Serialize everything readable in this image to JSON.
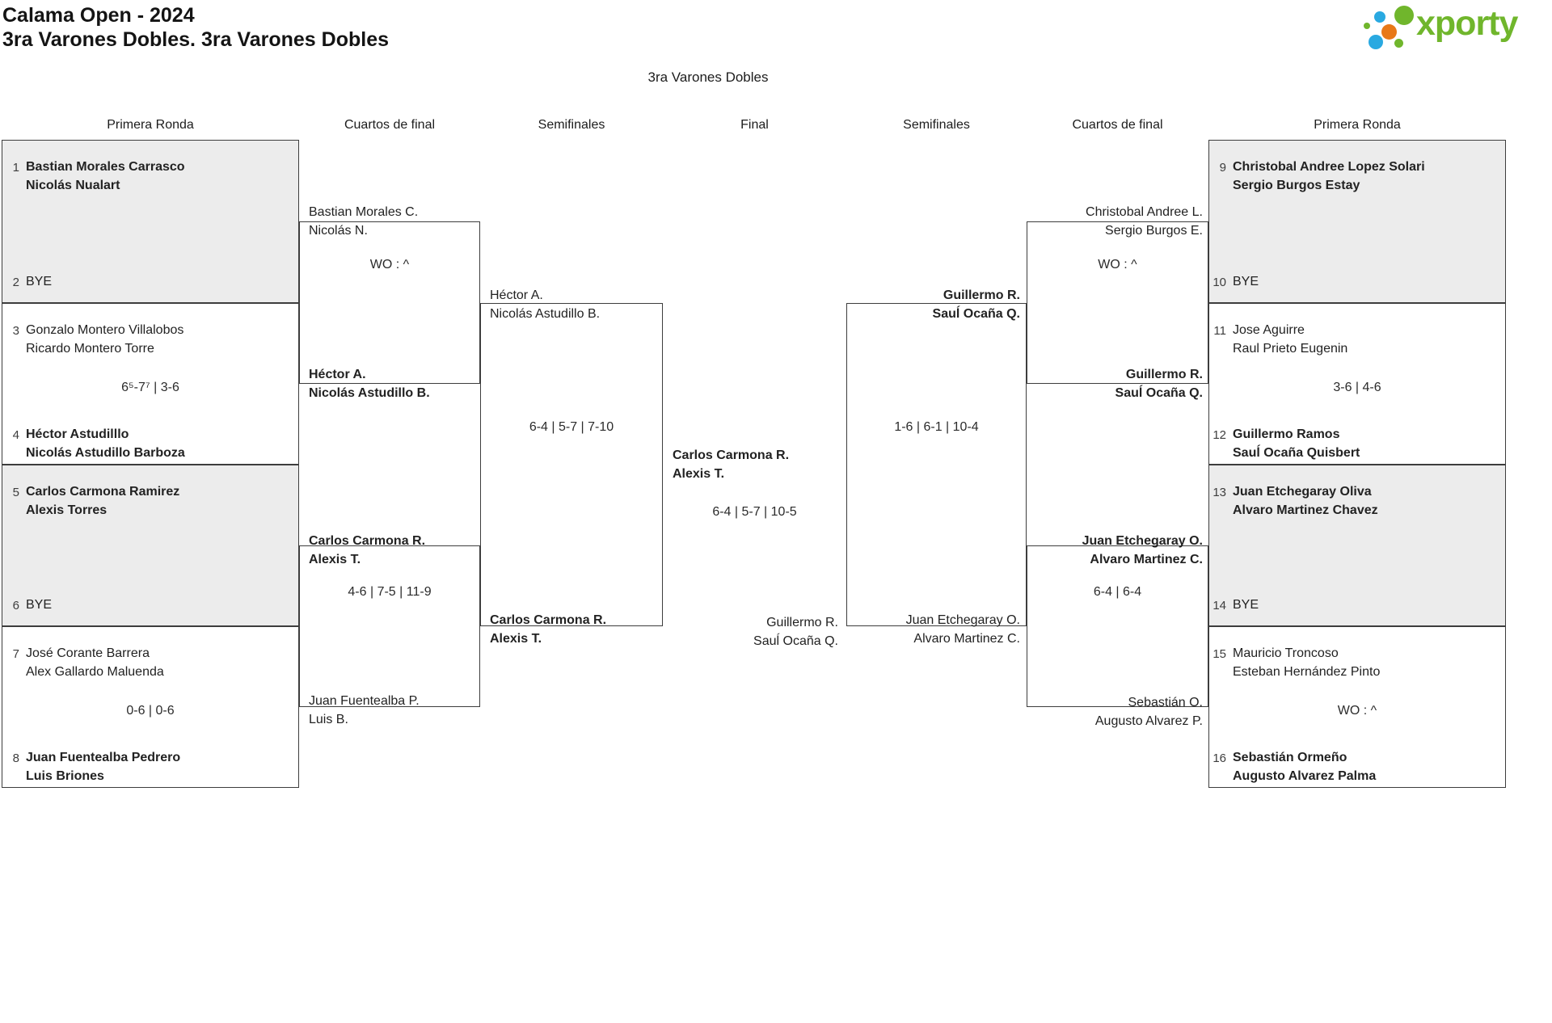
{
  "page": {
    "title": "Calama Open - 2024",
    "subtitle": "3ra Varones Dobles. 3ra Varones Dobles",
    "bracket_title": "3ra Varones Dobles"
  },
  "logo": {
    "text": "xporty"
  },
  "colors": {
    "logo_green": "#70b62c",
    "logo_blue": "#29a9e1",
    "logo_orange": "#e87817",
    "block_gray": "#ececec",
    "border": "#3d3d3d"
  },
  "round_headers": [
    "Primera Ronda",
    "Cuartos de final",
    "Semifinales",
    "Final",
    "Semifinales",
    "Cuartos de final",
    "Primera Ronda"
  ],
  "first_round_left": [
    {
      "seed": "1",
      "name1": "Bastian Morales Carrasco",
      "name2": "Nicolás Nualart",
      "winner": true
    },
    {
      "seed": "2",
      "name1": "BYE"
    },
    {
      "seed": "3",
      "name1": "Gonzalo Montero Villalobos",
      "name2": "Ricardo Montero Torre",
      "winner": false
    },
    {
      "seed": "4",
      "name1": "Héctor Astudilllo",
      "name2": "Nicolás Astudillo Barboza",
      "winner": true
    },
    {
      "seed": "5",
      "name1": "Carlos Carmona Ramirez",
      "name2": "Alexis Torres",
      "winner": true
    },
    {
      "seed": "6",
      "name1": "BYE"
    },
    {
      "seed": "7",
      "name1": "José Corante Barrera",
      "name2": "Alex Gallardo Maluenda",
      "winner": false
    },
    {
      "seed": "8",
      "name1": "Juan Fuentealba Pedrero",
      "name2": "Luis Briones",
      "winner": true
    }
  ],
  "first_round_right": [
    {
      "seed": "9",
      "name1": "Christobal Andree Lopez Solari",
      "name2": "Sergio Burgos Estay",
      "winner": true
    },
    {
      "seed": "10",
      "name1": "BYE"
    },
    {
      "seed": "11",
      "name1": "Jose Aguirre",
      "name2": "Raul Prieto Eugenin",
      "winner": false
    },
    {
      "seed": "12",
      "name1": "Guillermo Ramos",
      "name2": "Sauĺ Ocaña Quisbert",
      "winner": true
    },
    {
      "seed": "13",
      "name1": "Juan Etchegaray Oliva",
      "name2": "Alvaro Martinez Chavez",
      "winner": true
    },
    {
      "seed": "14",
      "name1": "BYE"
    },
    {
      "seed": "15",
      "name1": "Mauricio Troncoso",
      "name2": "Esteban Hernández Pinto",
      "winner": false
    },
    {
      "seed": "16",
      "name1": "Sebastián Ormeño",
      "name2": "Augusto Alvarez Palma",
      "winner": true
    }
  ],
  "labels": {
    "qf_l1_top": {
      "l1": "Bastian Morales C.",
      "l2": "Nicolás N."
    },
    "qf_l1_bot": {
      "l1": "Héctor A.",
      "l2": "Nicolás Astudillo B."
    },
    "qf_l2_top": {
      "l1": "Carlos Carmona R.",
      "l2": "Alexis T."
    },
    "qf_l2_bot": {
      "l1": "Juan Fuentealba P.",
      "l2": "Luis B."
    },
    "sf_l_top": {
      "l1": "Héctor A.",
      "l2": "Nicolás Astudillo B."
    },
    "sf_l_bot": {
      "l1": "Carlos Carmona R.",
      "l2": "Alexis T."
    },
    "final_top": {
      "l1": "Carlos Carmona R.",
      "l2": "Alexis T."
    },
    "final_bot": {
      "l1": "Guillermo R.",
      "l2": "Sauĺ Ocaña Q."
    },
    "sf_r_top": {
      "l1": "Guillermo R.",
      "l2": "Sauĺ Ocaña Q."
    },
    "sf_r_bot": {
      "l1": "Juan Etchegaray O.",
      "l2": "Alvaro Martinez C."
    },
    "qf_r1_top": {
      "l1": "Christobal Andree L.",
      "l2": "Sergio Burgos E."
    },
    "qf_r1_bot": {
      "l1": "Guillermo R.",
      "l2": "Sauĺ Ocaña Q."
    },
    "qf_r2_top": {
      "l1": "Juan Etchegaray O.",
      "l2": "Alvaro Martinez C."
    },
    "qf_r2_bot": {
      "l1": "Sebastián O.",
      "l2": "Augusto Alvarez P."
    }
  },
  "scores": {
    "r1_l2": "6⁵-7⁷ | 3-6",
    "r1_l4": "0-6 | 0-6",
    "r1_r2": "3-6 | 4-6",
    "r1_r4": "WO : ^",
    "qf_l1": "WO : ^",
    "qf_l2": "4-6 | 7-5 | 11-9",
    "qf_r1": "WO : ^",
    "qf_r2": "6-4 | 6-4",
    "sf_l": "6-4 | 5-7 | 7-10",
    "sf_r": "1-6 | 6-1 | 10-4",
    "final": "6-4 | 5-7 | 10-5"
  }
}
